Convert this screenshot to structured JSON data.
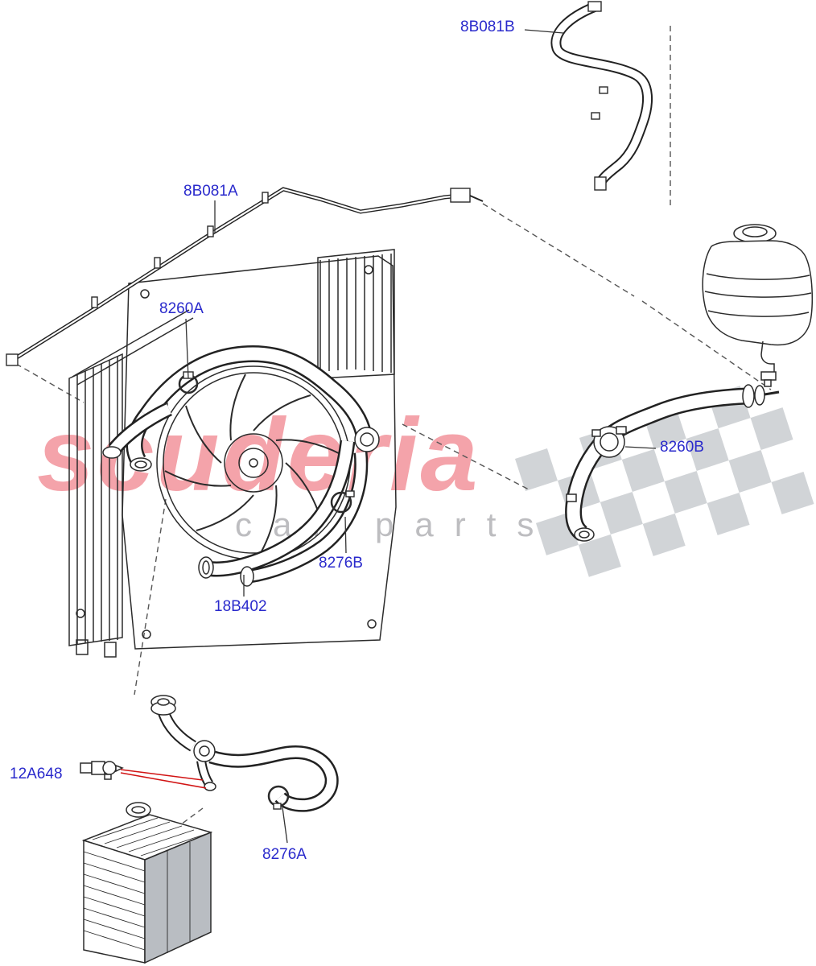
{
  "parts": {
    "p_8b081b": "8B081B",
    "p_8b081a": "8B081A",
    "p_8260a": "8260A",
    "p_8260b": "8260B",
    "p_8276b": "8276B",
    "p_18b402": "18B402",
    "p_12a648": "12A648",
    "p_8276a": "8276A"
  },
  "watermark": {
    "brand": "scuderia",
    "subtitle": "car parts"
  },
  "colors": {
    "part_label": "#2a2acc",
    "leader_line": "#333333",
    "red_pointer": "#d11414",
    "watermark_red": "rgba(228,24,42,0.40)",
    "watermark_gray": "rgba(134,134,140,0.55)",
    "line_art": "#2b2b2b"
  }
}
